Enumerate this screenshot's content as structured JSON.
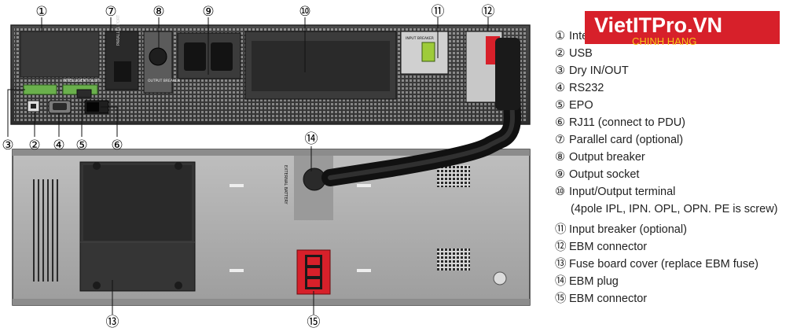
{
  "diagram": {
    "callouts": [
      {
        "id": "1",
        "label": "①"
      },
      {
        "id": "7",
        "label": "⑦"
      },
      {
        "id": "8",
        "label": "⑧"
      },
      {
        "id": "9",
        "label": "⑨"
      },
      {
        "id": "10",
        "label": "⑩"
      },
      {
        "id": "11",
        "label": "⑪"
      },
      {
        "id": "12",
        "label": "⑫"
      },
      {
        "id": "3",
        "label": "③"
      },
      {
        "id": "2",
        "label": "②"
      },
      {
        "id": "4",
        "label": "④"
      },
      {
        "id": "5",
        "label": "⑤"
      },
      {
        "id": "6",
        "label": "⑥"
      },
      {
        "id": "14",
        "label": "⑭"
      },
      {
        "id": "13",
        "label": "⑬"
      },
      {
        "id": "15",
        "label": "⑮"
      }
    ],
    "legend": [
      {
        "num": "①",
        "text": "Intelligent"
      },
      {
        "num": "②",
        "text": "USB"
      },
      {
        "num": "③",
        "text": "Dry IN/OUT"
      },
      {
        "num": "④",
        "text": "RS232"
      },
      {
        "num": "⑤",
        "text": "EPO"
      },
      {
        "num": "⑥",
        "text": "RJ11 (connect to PDU)"
      },
      {
        "num": "⑦",
        "text": "Parallel card (optional)"
      },
      {
        "num": "⑧",
        "text": "Output breaker"
      },
      {
        "num": "⑨",
        "text": "Output socket"
      },
      {
        "num": "⑩",
        "text": "Input/Output terminal"
      },
      {
        "num": "⑪",
        "text": "Input breaker (optional)"
      },
      {
        "num": "⑫",
        "text": "EBM connector"
      },
      {
        "num": "⑬",
        "text": "Fuse board cover (replace EBM fuse)"
      },
      {
        "num": "⑭",
        "text": "EBM plug"
      },
      {
        "num": "⑮",
        "text": "EBM connector"
      }
    ],
    "legend_note": "(4pole IPL, IPN. OPL, OPN. PE is screw)",
    "watermark": {
      "main": "VietITPro.VN",
      "sub": "CHINH HANG"
    },
    "panel_text": {
      "intelligent_slot": "INTELLIGENT SLOT",
      "parallel_port": "PARALLEL PORT",
      "output_breaker": "OUTPUT BREAKER",
      "input_breaker": "INPUT BREAKER",
      "ext_battery": "EXTERNAL BATTERY"
    }
  }
}
